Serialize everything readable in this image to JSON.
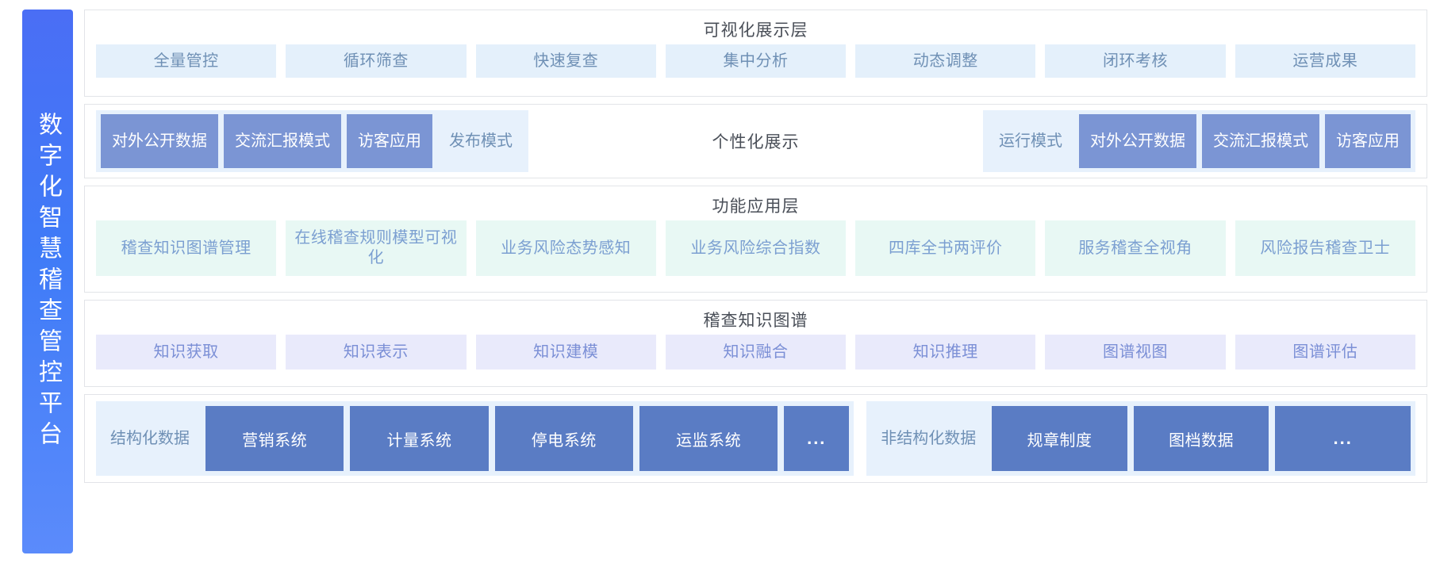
{
  "platform": {
    "title": "数字化智慧稽查管控平台"
  },
  "layers": {
    "visualization": {
      "title": "可视化展示层",
      "items": [
        "全量管控",
        "循环筛查",
        "快速复查",
        "集中分析",
        "动态调整",
        "闭环考核",
        "运营成果"
      ]
    },
    "modes": {
      "center_label": "个性化展示",
      "left_group": [
        {
          "label": "对外公开数据",
          "style": "solid"
        },
        {
          "label": "交流汇报模式",
          "style": "solid"
        },
        {
          "label": "访客应用",
          "style": "solid"
        },
        {
          "label": "发布模式",
          "style": "ghost"
        }
      ],
      "right_group": [
        {
          "label": "运行模式",
          "style": "ghost"
        },
        {
          "label": "对外公开数据",
          "style": "solid"
        },
        {
          "label": "交流汇报模式",
          "style": "solid"
        },
        {
          "label": "访客应用",
          "style": "solid"
        }
      ]
    },
    "function": {
      "title": "功能应用层",
      "items": [
        "稽查知识图谱管理",
        "在线稽查规则模型可视化",
        "业务风险态势感知",
        "业务风险综合指数",
        "四库全书两评价",
        "服务稽查全视角",
        "风险报告稽查卫士"
      ]
    },
    "knowledge_graph": {
      "title": "稽查知识图谱",
      "items": [
        "知识获取",
        "知识表示",
        "知识建模",
        "知识融合",
        "知识推理",
        "图谱视图",
        "图谱评估"
      ]
    },
    "data": {
      "structured": {
        "label": "结构化数据",
        "items": [
          "营销系统",
          "计量系统",
          "停电系统",
          "运监系统",
          "..."
        ]
      },
      "unstructured": {
        "label": "非结构化数据",
        "items": [
          "规章制度",
          "图档数据",
          "..."
        ]
      }
    }
  },
  "colors": {
    "sidebar_gradient_start": "#4a6ef5",
    "sidebar_gradient_end": "#5b8bfb",
    "chip_vis_bg": "#e4f0fb",
    "chip_vis_text": "#6f90b5",
    "chip_func_bg": "#e8f8f4",
    "chip_kg_bg": "#e9eafb",
    "mode_solid_bg": "#7b95d4",
    "data_chip_bg": "#5a7cc4",
    "group_bg": "#e7f1fc",
    "panel_border": "#e2e4e8",
    "title_text": "#4a4f58"
  }
}
